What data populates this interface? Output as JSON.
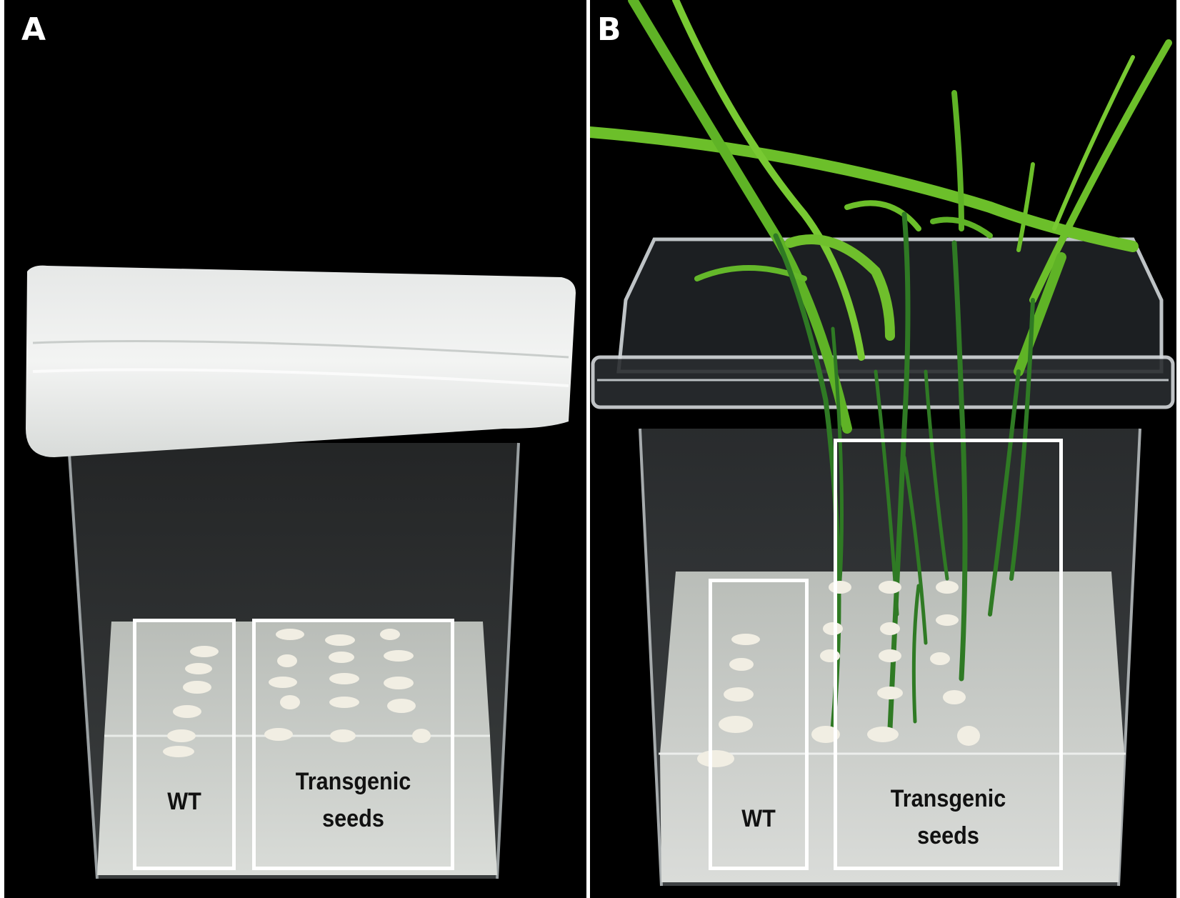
{
  "panels": [
    {
      "letter": "A",
      "wt_label": "WT",
      "transgenic_label_1": "Transgenic",
      "transgenic_label_2": "seeds"
    },
    {
      "letter": "B",
      "wt_label": "WT",
      "transgenic_label_1": "Transgenic",
      "transgenic_label_2": "seeds"
    }
  ],
  "colors": {
    "background": "#000000",
    "frame": "#ffffff",
    "leaf": "#6cbf2a",
    "medium": "#cfd3cf",
    "seed": "#f2efe4"
  }
}
